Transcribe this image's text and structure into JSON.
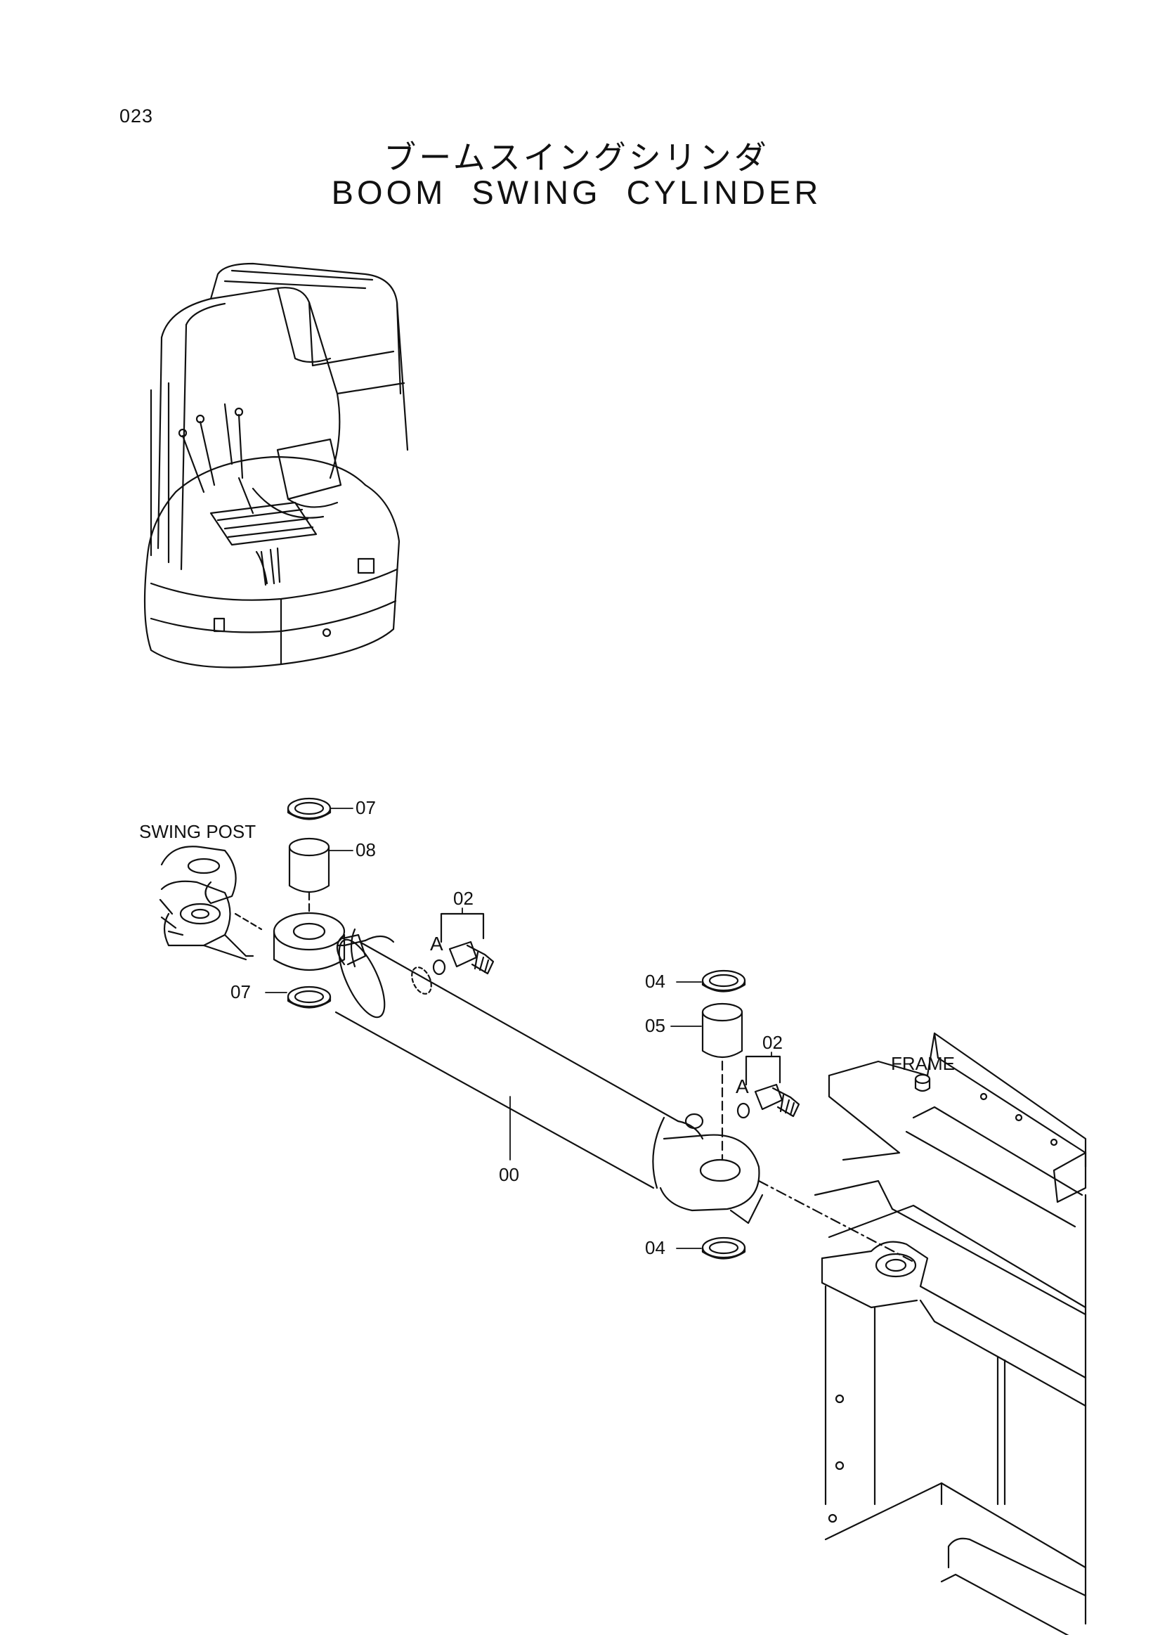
{
  "page": {
    "number": "023",
    "title_jp": "ブームスイングシリンダ",
    "title_en": "BOOM SWING CYLINDER"
  },
  "labels": {
    "swing_post": "SWING POST",
    "frame": "FRAME",
    "detail_a_left": "A",
    "detail_a_right": "A"
  },
  "callouts": {
    "c07_top": "07",
    "c08": "08",
    "c07_bottom": "07",
    "c02_left": "02",
    "c04_top": "04",
    "c05": "05",
    "c02_right": "02",
    "c00": "00",
    "c04_bottom": "04"
  }
}
